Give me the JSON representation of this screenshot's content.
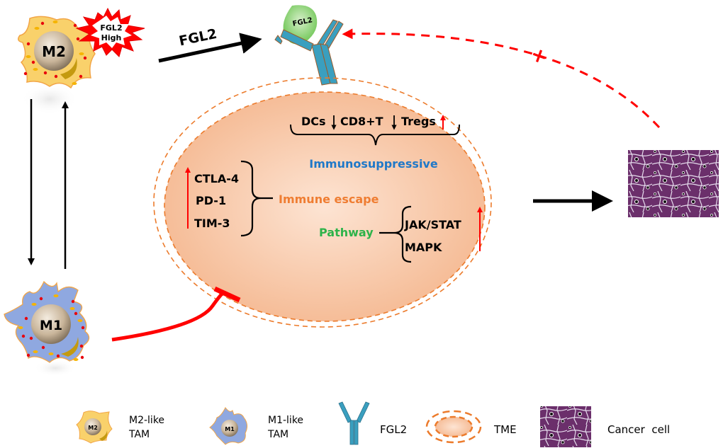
{
  "colors": {
    "m2_cell": "#f9d16b",
    "m1_cell": "#8fa8e0",
    "tme_fill": "#f6b993",
    "tme_border": "#ec7b2c",
    "antibody": "#3a9fbf",
    "fgl2_ball": "#8fd07a",
    "inhibit_red": "#ff0000",
    "immunosuppressive_blue": "#1f78c8",
    "immune_escape_orange": "#ef7d32",
    "pathway_green": "#2db34a",
    "cancer_purple": "#6b2f6b"
  },
  "m2_cell": {
    "label": "M2",
    "badge": [
      "FGL2",
      "High"
    ]
  },
  "m1_cell": {
    "label": "M1"
  },
  "fgl2_arrow_label": "FGL2",
  "antibody": {
    "ligand_label": "FGL2"
  },
  "inhibition_mark": "+",
  "tme": {
    "cell_changes": [
      {
        "name": "DCs",
        "direction": "down"
      },
      {
        "name": "CD8+T",
        "direction": "down"
      },
      {
        "name": "Tregs",
        "direction": "up"
      }
    ],
    "immunosuppressive_label": "Immunosuppressive",
    "checkpoints": [
      "CTLA-4",
      "PD-1",
      "TIM-3"
    ],
    "checkpoint_direction": "up",
    "immune_escape_label": "Immune escape",
    "pathway_label": "Pathway",
    "pathways": [
      "JAK/STAT",
      "MAPK"
    ],
    "pathway_direction": "up"
  },
  "legend": [
    {
      "icon": "m2-cell-icon",
      "label_line1": "M2-like",
      "label_line2": "TAM",
      "icon_text": "M2"
    },
    {
      "icon": "m1-cell-icon",
      "label_line1": "M1-like",
      "label_line2": "TAM",
      "icon_text": "M1"
    },
    {
      "icon": "antibody-icon",
      "label_line1": "FGL2",
      "label_line2": ""
    },
    {
      "icon": "tme-icon",
      "label_line1": "TME",
      "label_line2": ""
    },
    {
      "icon": "cancer-cell-icon",
      "label_line1": "Cancer  cell",
      "label_line2": ""
    }
  ]
}
